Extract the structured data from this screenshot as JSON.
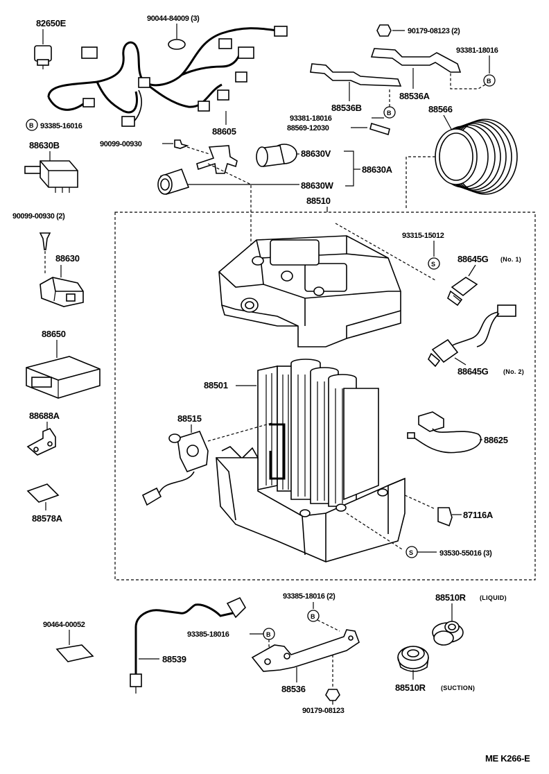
{
  "labels": {
    "p82650E": "82650E",
    "p90044": "90044-84009 (3)",
    "p90179a": "90179-08123 (2)",
    "p93381a": "93381-18016",
    "p88536A": "88536A",
    "p88536B": "88536B",
    "p88566": "88566",
    "p93381b": "93381-18016",
    "p88569": "88569-12030",
    "p93385a": "93385-16016",
    "p88605": "88605",
    "p88630B": "88630B",
    "p90099a": "90099-00930",
    "p88630V": "88630V",
    "p88630A": "88630A",
    "p88630W": "88630W",
    "p88510": "88510",
    "p90099b": "90099-00930 (2)",
    "p93315": "93315-15012",
    "p88630": "88630",
    "p88645G1": "88645G",
    "p88645G1n": "(No. 1)",
    "p88650": "88650",
    "p88645G2": "88645G",
    "p88645G2n": "(No. 2)",
    "p88501": "88501",
    "p88688A": "88688A",
    "p88515": "88515",
    "p88625": "88625",
    "p88578A": "88578A",
    "p87116A": "87116A",
    "p93530": "93530-55016 (3)",
    "p93385b": "93385-18016 (2)",
    "p88510RL": "88510R",
    "p88510RLn": "(LIQUID)",
    "p90464": "90464-00052",
    "p93385c": "93385-18016",
    "p88539": "88539",
    "p88536": "88536",
    "p88510RS": "88510R",
    "p88510RSn": "(SUCTION)",
    "p90179b": "90179-08123",
    "footer": "ME  K266-E"
  },
  "symbols": {
    "bolt": "B",
    "screw": "S"
  }
}
